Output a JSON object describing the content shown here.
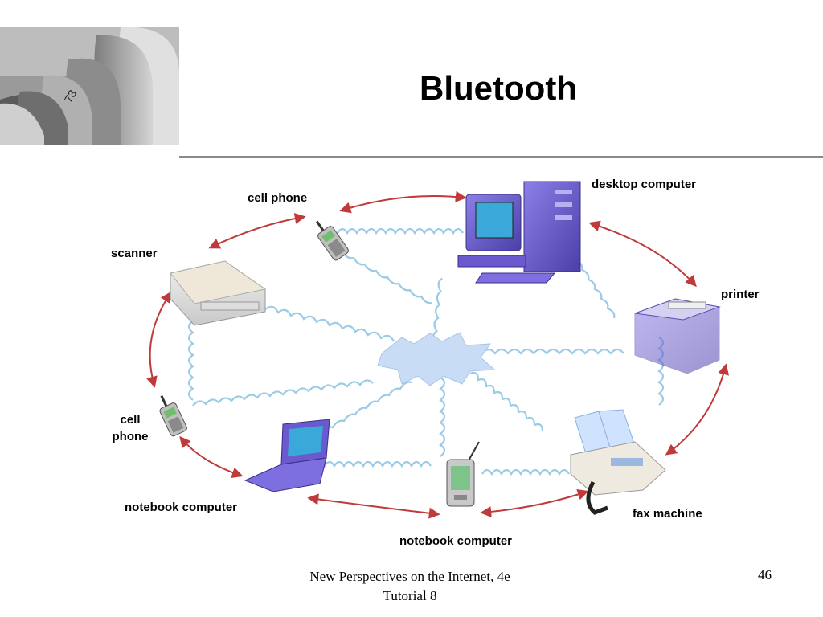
{
  "slide": {
    "title": "Bluetooth",
    "footer_line1": "New Perspectives on the Internet, 4e",
    "footer_line2": "Tutorial 8",
    "page_number": "46"
  },
  "devices": {
    "desktop": "desktop computer",
    "cell_phone_top": "cell phone",
    "scanner": "scanner",
    "printer": "printer",
    "cell_phone_left": "cell\nphone",
    "notebook_left": "notebook computer",
    "fax": "fax machine",
    "notebook_bottom": "notebook computer"
  },
  "colors": {
    "wave": "#9ccbe6",
    "arrow": "#c0393b",
    "device_purple": "#6a5acd",
    "hub": "#c8dcf5",
    "rule": "#8a8a8a"
  }
}
